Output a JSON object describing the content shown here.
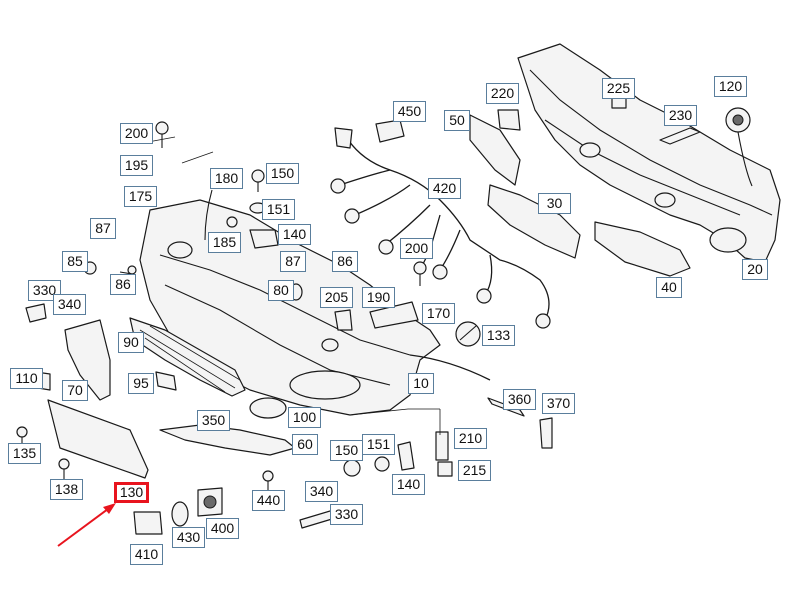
{
  "accent_color": "#e8141e",
  "callouts": {
    "c200a": "200",
    "c195": "195",
    "c175": "175",
    "c180": "180",
    "c150a": "150",
    "c151a": "151",
    "c185": "185",
    "c140a": "140",
    "c87a": "87",
    "c85": "85",
    "c86a": "86",
    "c87b": "87",
    "c86b": "86",
    "c330a": "330",
    "c340a": "340",
    "c80": "80",
    "c205": "205",
    "c190": "190",
    "c170": "170",
    "c90": "90",
    "c110": "110",
    "c70": "70",
    "c95": "95",
    "c350": "350",
    "c100": "100",
    "c60": "60",
    "c150b": "150",
    "c151b": "151",
    "c140b": "140",
    "c210": "210",
    "c215": "215",
    "c135": "135",
    "c138": "138",
    "c130": "130",
    "c430": "430",
    "c400": "400",
    "c410": "410",
    "c440": "440",
    "c340b": "340",
    "c330b": "330",
    "c450": "450",
    "c50": "50",
    "c220": "220",
    "c225": "225",
    "c120": "120",
    "c230": "230",
    "c420": "420",
    "c30": "30",
    "c200b": "200",
    "c20": "20",
    "c40": "40",
    "c133": "133",
    "c10": "10",
    "c360": "360",
    "c370": "370"
  }
}
